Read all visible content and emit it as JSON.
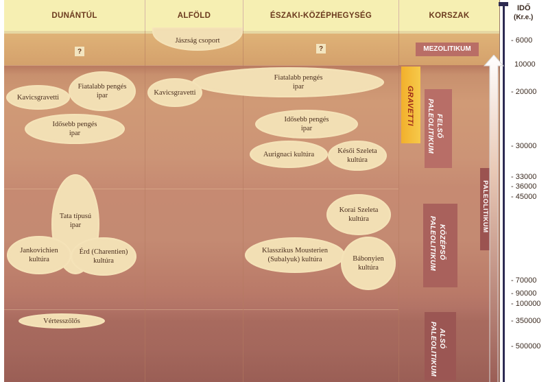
{
  "headers": {
    "dunantul": "DUNÁNTÚL",
    "alfold": "ALFÖLD",
    "eszaki": "ÉSZAKI-KÖZÉPHEGYSÉG",
    "korszak": "KORSZAK",
    "ido": "IDŐ",
    "ido_unit": "(Kr.e.)"
  },
  "cultures": {
    "jaszsag": "Jászság csoport",
    "q1": "?",
    "q2": "?",
    "kavics_d": "Kavicsgravetti",
    "fiatal_d_1": "Fiatalabb pengés",
    "fiatal_d_2": "ipar",
    "idosebb_d_1": "Idősebb pengés",
    "idosebb_d_2": "ipar",
    "kavics_a": "Kavicsgravetti",
    "fiatal_e_1": "Fiatalabb pengés",
    "fiatal_e_2": "ipar",
    "idosebb_e_1": "Idősebb pengés",
    "idosebb_e_2": "ipar",
    "aurignaci": "Aurignaci kultúra",
    "kesoi_1": "Késői Szeleta",
    "kesoi_2": "kultúra",
    "tata_1": "Tata típusú",
    "tata_2": "ipar",
    "jankovich_1": "Jankovichien",
    "jankovich_2": "kultúra",
    "erd_1": "Érd (Charentien)",
    "erd_2": "kultúra",
    "korai_1": "Korai Szeleta",
    "korai_2": "kultúra",
    "klassz_1": "Klasszikus Mousterien",
    "klassz_2": "(Subalyuk) kultúra",
    "babony_1": "Bábonyien",
    "babony_2": "kultúra",
    "vertes": "Vértesszőlős"
  },
  "periods": {
    "mezolitikum": "MEZOLITIKUM",
    "gravetti": "GRAVETTI",
    "felso_1": "FELSŐ",
    "felso_2": "PALEOLITIKUM",
    "kozepso_1": "KÖZÉPSŐ",
    "kozepso_2": "PALEOLITIKUM",
    "also_1": "ALSÓ",
    "also_2": "PALEOLITIKUM",
    "paleolitikum": "PALEOLITIKUM"
  },
  "timeline": [
    {
      "label": "- 6000"
    },
    {
      "label": "10000"
    },
    {
      "label": "- 20000"
    },
    {
      "label": "- 30000"
    },
    {
      "label": "- 33000"
    },
    {
      "label": "- 36000"
    },
    {
      "label": "- 45000"
    },
    {
      "label": "- 70000"
    },
    {
      "label": "- 90000"
    },
    {
      "label": "- 100000"
    },
    {
      "label": "- 350000"
    },
    {
      "label": "- 500000"
    }
  ],
  "colors": {
    "header_bg": "#f6efb2",
    "header_text": "#6b3a1e",
    "ellipse": "#f2dfb4",
    "gravetti": "#f3b733",
    "period_box": "#b56a64",
    "axis": "#2d2a52"
  }
}
